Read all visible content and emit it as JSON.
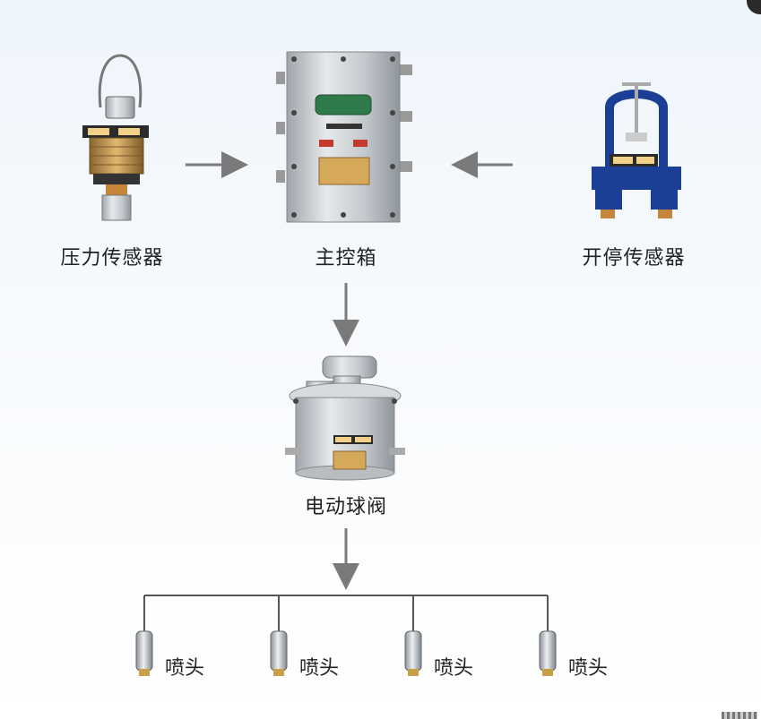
{
  "nodes": {
    "pressure_sensor": "压力传感器",
    "main_control_box": "主控箱",
    "start_stop_sensor": "开停传感器",
    "electric_ball_valve": "电动球阀"
  },
  "nozzles": [
    {
      "label": "喷头"
    },
    {
      "label": "喷头"
    },
    {
      "label": "喷头"
    },
    {
      "label": "喷头"
    }
  ],
  "colors": {
    "arrow": "#7a7a7a",
    "pipe": "#555555",
    "brass": "#c89b52",
    "steel": "#c9cdd1",
    "sensor_blue": "#1b3f95",
    "display_green": "#2f7a4a"
  },
  "icons": [
    "pressure-sensor-icon",
    "control-box-icon",
    "start-stop-sensor-icon",
    "ball-valve-icon",
    "nozzle-icon"
  ]
}
